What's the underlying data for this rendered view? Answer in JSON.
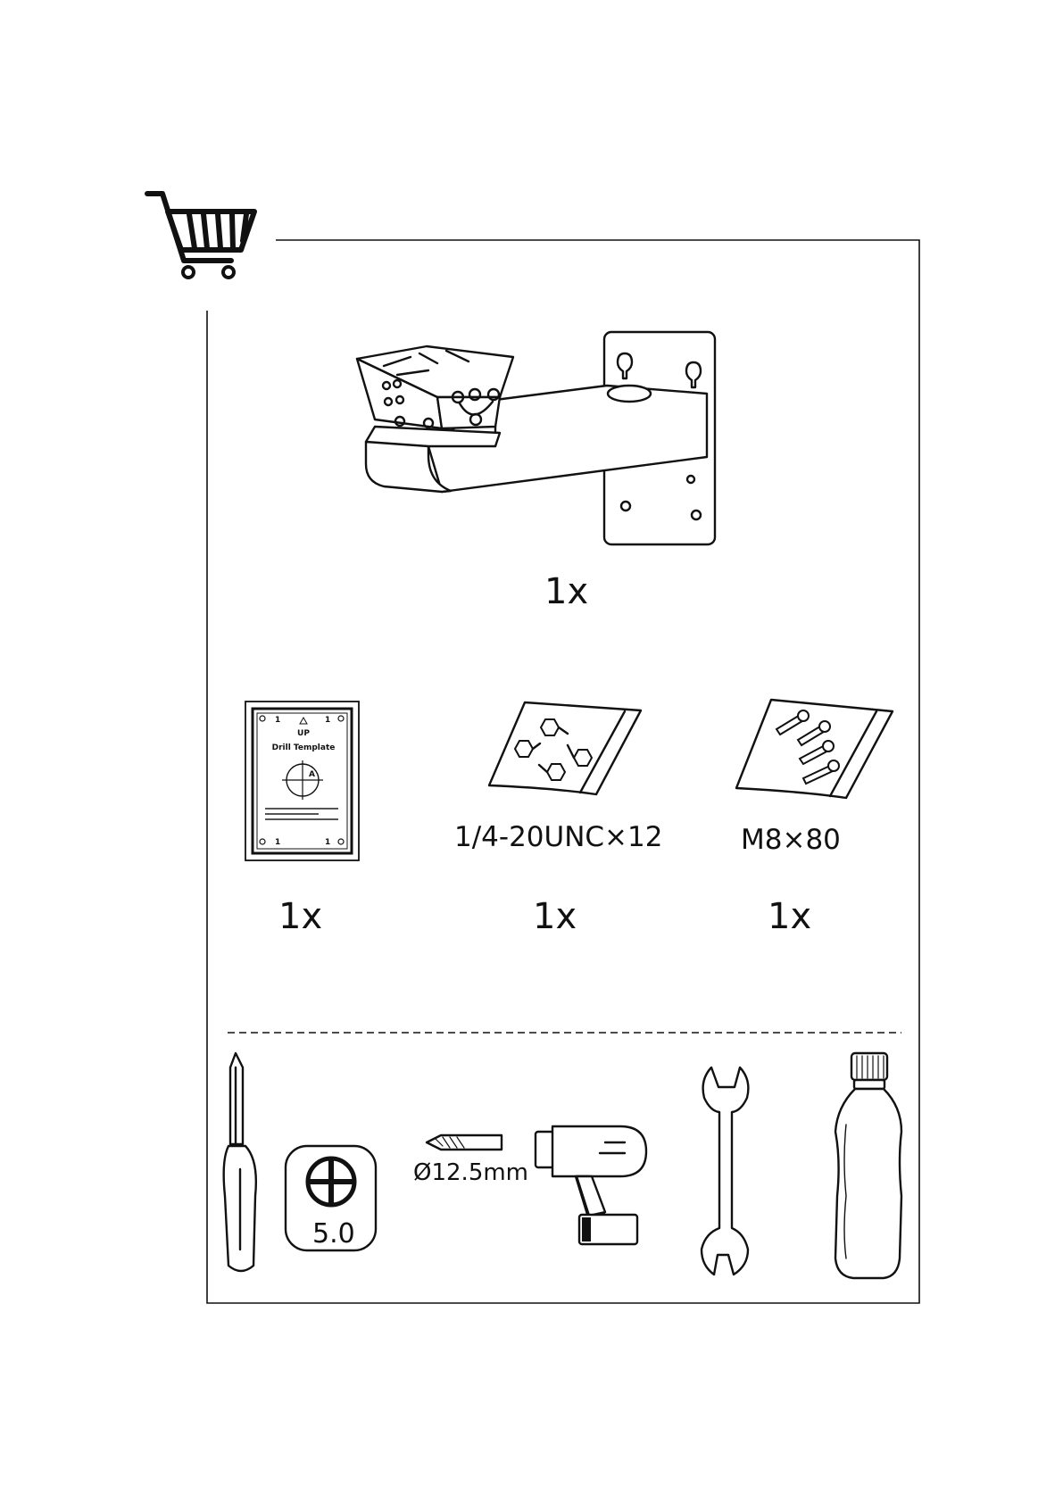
{
  "page": {
    "section_icon": "shopping-cart-icon"
  },
  "bracket": {
    "icon": "wall-mount-bracket-icon",
    "qty": "1x"
  },
  "drill_template": {
    "icon": "drill-template-sheet-icon",
    "corner_mark": "1",
    "up_label": "UP",
    "title": "Drill Template",
    "center_label": "A",
    "qty": "1x"
  },
  "screws": {
    "icon": "screw-bag-icon",
    "spec": "1/4-20UNC×12",
    "qty": "1x"
  },
  "anchors": {
    "icon": "expansion-bolt-bag-icon",
    "spec": "M8×80",
    "qty": "1x"
  },
  "tools": {
    "screwdriver_icon": "phillips-screwdriver-icon",
    "bit_size": "5.0",
    "drill_bit_icon": "drill-bit-icon",
    "drill_bit_size": "Ø12.5mm",
    "drill_icon": "power-drill-icon",
    "wrench_icon": "wrench-icon",
    "sealant_icon": "sealant-bottle-icon"
  }
}
